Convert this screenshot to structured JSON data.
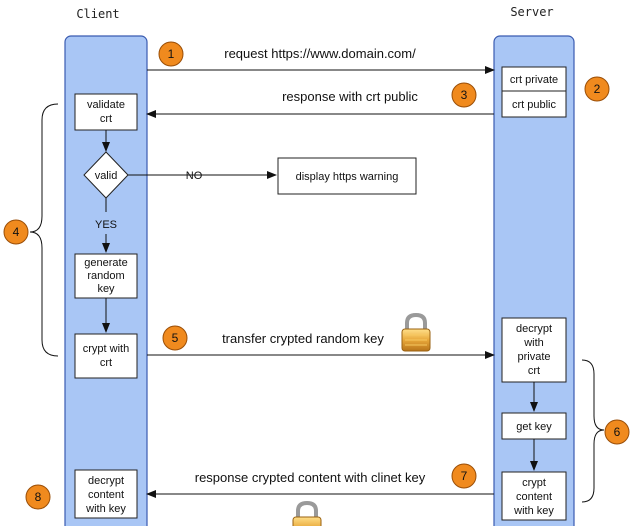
{
  "colors": {
    "lane_fill": "#a9c6f5",
    "lane_stroke": "#3a5bb0",
    "badge_fill": "#f08a1e",
    "badge_stroke": "#9a4e07",
    "line": "#111111"
  },
  "icons": [
    "padlock-icon"
  ],
  "lanes": {
    "client": "Client",
    "server": "Server"
  },
  "badges": [
    "1",
    "2",
    "3",
    "4",
    "5",
    "6",
    "7",
    "8"
  ],
  "messages": {
    "request": "request https://www.domain.com/",
    "response_crt": "response with crt public",
    "transfer_key": "transfer crypted random key",
    "response_content": "response crypted content with clinet key"
  },
  "client_boxes": {
    "validate": [
      "validate",
      "crt"
    ],
    "valid": "valid",
    "generate": [
      "generate",
      "random",
      "key"
    ],
    "crypt": [
      "crypt with",
      "crt"
    ],
    "decrypt": [
      "decrypt",
      "content",
      "with key"
    ]
  },
  "server_boxes": {
    "crt_private": "crt private",
    "crt_public": "crt public",
    "decrypt_private": [
      "decrypt",
      "with",
      "private",
      "crt"
    ],
    "get_key": "get key",
    "crypt_content": [
      "crypt",
      "content",
      "with key"
    ]
  },
  "flow_labels": {
    "no": "NO",
    "yes": "YES",
    "warning": "display https warning"
  }
}
